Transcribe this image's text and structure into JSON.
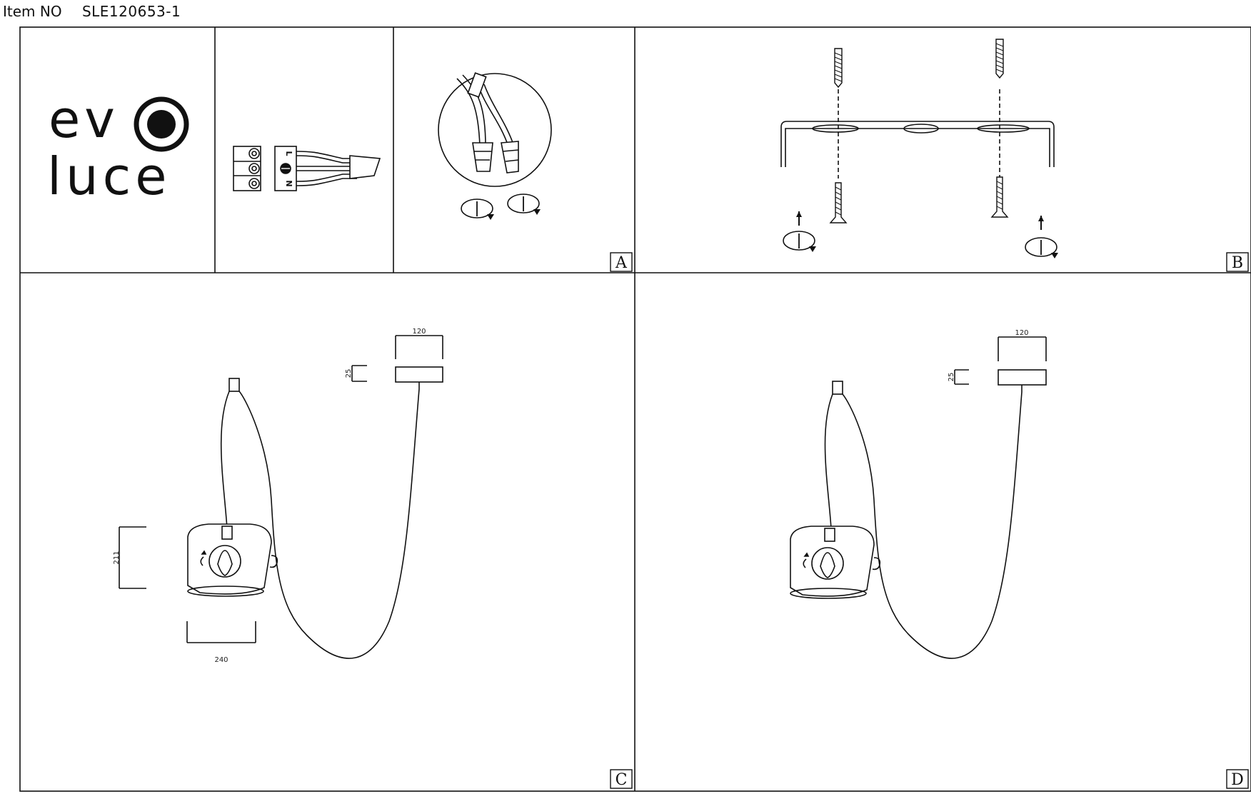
{
  "header": {
    "item_label": "Item NO",
    "item_number": "SLE120653-1"
  },
  "logo": {
    "line1": "ev",
    "line2": "luce"
  },
  "wiring": {
    "terminal_l": "L",
    "terminal_n": "N"
  },
  "panels": {
    "a": "A",
    "b": "B",
    "c": "C",
    "d": "D"
  },
  "dimensions": {
    "canopy_width": "120",
    "canopy_height": "25",
    "shade_height": "211",
    "shade_width": "240"
  },
  "colors": {
    "line": "#111111",
    "background": "#ffffff"
  }
}
